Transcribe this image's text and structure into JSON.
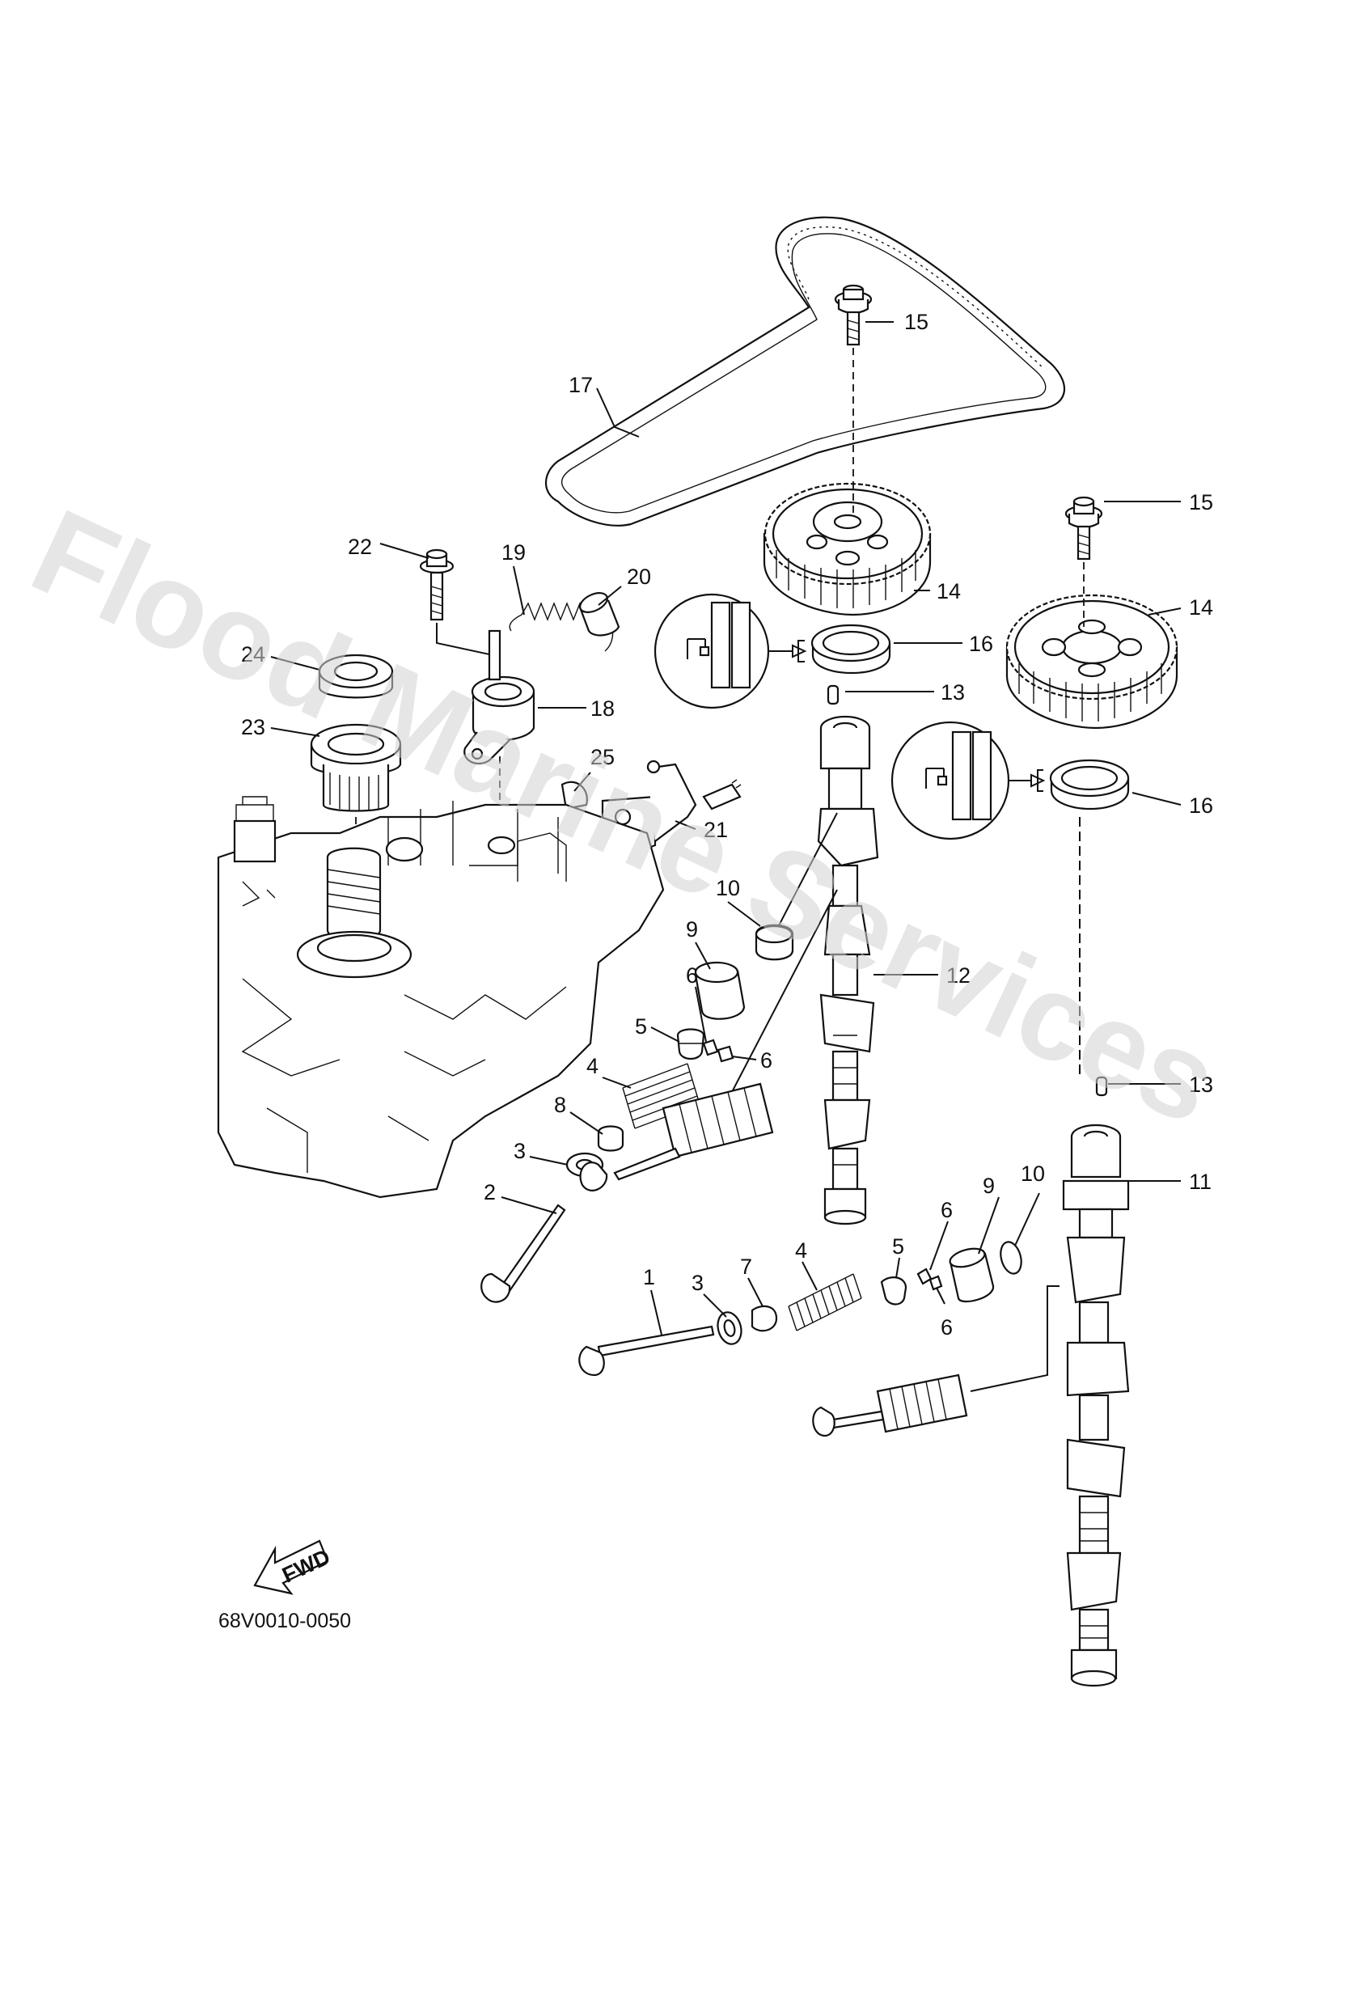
{
  "watermark": {
    "text": "Flood Marine Services",
    "color": "#d2d2d2"
  },
  "diagram_code": "68V0010-0050",
  "fwd_label": "FWD",
  "callouts": {
    "c1": "1",
    "c2": "2",
    "c3a": "3",
    "c3b": "3",
    "c4a": "4",
    "c4b": "4",
    "c5a": "5",
    "c5b": "5",
    "c6a": "6",
    "c6b": "6",
    "c6c": "6",
    "c6d": "6",
    "c7": "7",
    "c8": "8",
    "c9a": "9",
    "c9b": "9",
    "c10a": "10",
    "c10b": "10",
    "c11": "11",
    "c12": "12",
    "c13a": "13",
    "c13b": "13",
    "c14a": "14",
    "c14b": "14",
    "c15a": "15",
    "c15b": "15",
    "c16a": "16",
    "c16b": "16",
    "c17": "17",
    "c18": "18",
    "c19": "19",
    "c20": "20",
    "c21": "21",
    "c22": "22",
    "c23": "23",
    "c24": "24",
    "c25": "25"
  }
}
